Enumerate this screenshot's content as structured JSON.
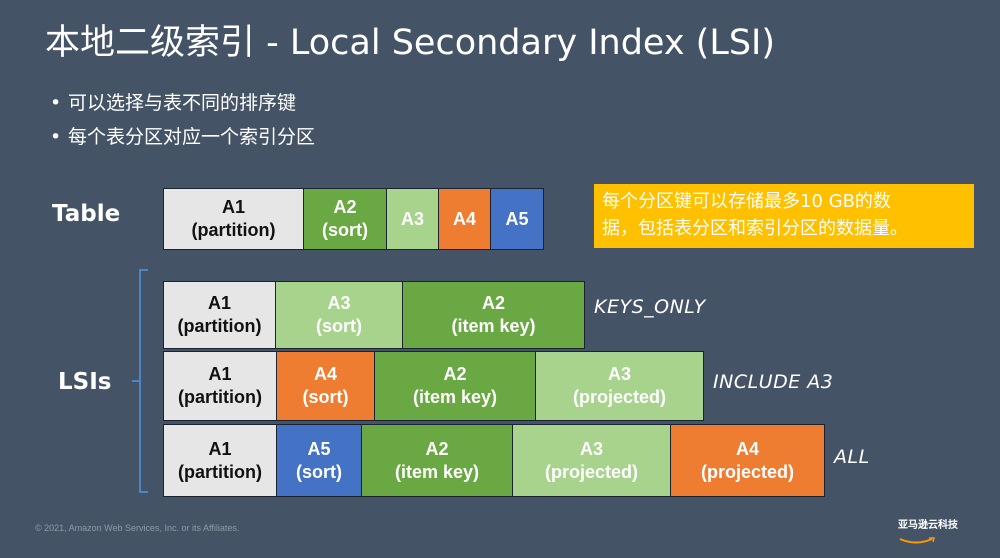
{
  "title": "本地二级索引 - Local Secondary Index (LSI)",
  "bullets": [
    "可以选择与表不同的排序键",
    "每个表分区对应一个索引分区"
  ],
  "table_label": "Table",
  "lsi_label": "LSIs",
  "table_cells": [
    {
      "name": "A1",
      "role": "(partition)"
    },
    {
      "name": "A2",
      "role": "(sort)"
    },
    {
      "name": "A3",
      "role": ""
    },
    {
      "name": "A4",
      "role": ""
    },
    {
      "name": "A5",
      "role": ""
    }
  ],
  "lsi_rows": [
    {
      "projection": "KEYS_ONLY",
      "cells": [
        {
          "name": "A1",
          "role": "(partition)"
        },
        {
          "name": "A3",
          "role": "(sort)"
        },
        {
          "name": "A2",
          "role": "(item key)"
        }
      ]
    },
    {
      "projection": "INCLUDE A3",
      "cells": [
        {
          "name": "A1",
          "role": "(partition)"
        },
        {
          "name": "A4",
          "role": "(sort)"
        },
        {
          "name": "A2",
          "role": "(item key)"
        },
        {
          "name": "A3",
          "role": "(projected)"
        }
      ]
    },
    {
      "projection": "ALL",
      "cells": [
        {
          "name": "A1",
          "role": "(partition)"
        },
        {
          "name": "A5",
          "role": "(sort)"
        },
        {
          "name": "A2",
          "role": "(item key)"
        },
        {
          "name": "A3",
          "role": "(projected)"
        },
        {
          "name": "A4",
          "role": "(projected)"
        }
      ]
    }
  ],
  "note": {
    "line1": "每个分区键可以存储最多10 GB的数",
    "line2": "据，包括表分区和索引分区的数据量。"
  },
  "copyright": "© 2021, Amazon Web Services, Inc. or its Affiliates.",
  "logo_text": "亚马逊云科技",
  "colors": {
    "background": "#445366",
    "partition": "#e6e6e6",
    "dark_green": "#6aa843",
    "light_green": "#a8d38d",
    "orange": "#ee7d31",
    "blue": "#4472c4",
    "note": "#ffc000"
  }
}
